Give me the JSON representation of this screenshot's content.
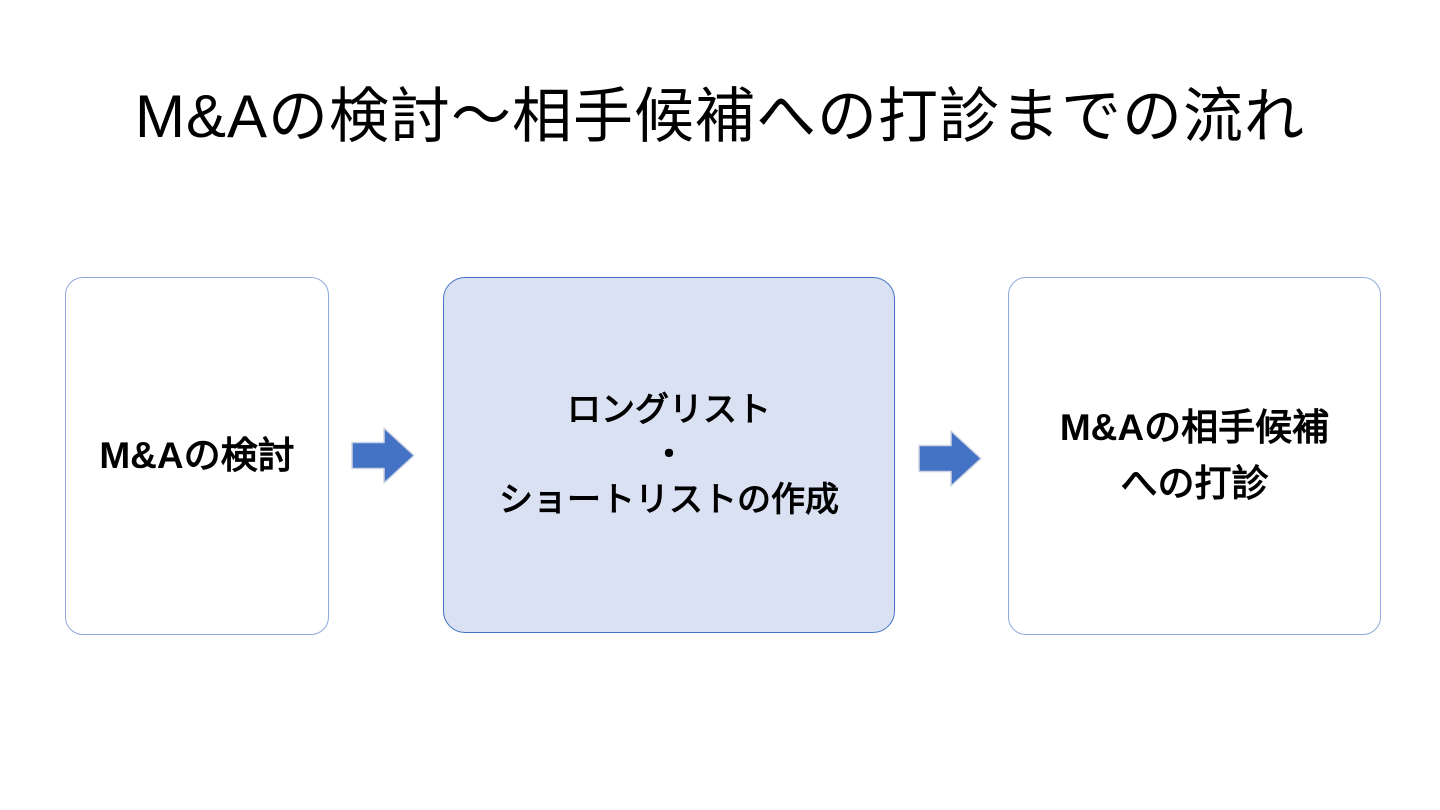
{
  "slide": {
    "title": "M&Aの検討～相手候補への打診までの流れ"
  },
  "flow": {
    "steps": [
      {
        "variant": "outline",
        "lines": [
          "M&Aの検討"
        ]
      },
      {
        "variant": "filled",
        "lines": [
          "ロングリスト",
          "・",
          "ショートリストの作成"
        ]
      },
      {
        "variant": "outline",
        "lines": [
          "M&Aの相手候補",
          "への打診"
        ]
      }
    ],
    "arrows": [
      "right-arrow",
      "right-arrow"
    ]
  },
  "colors": {
    "background": "#FFFFFF",
    "title_text": "#000000",
    "box_text": "#000000",
    "outline_box_border": "#8EAADB",
    "filled_box_bg": "#D9E1F2",
    "filled_box_border": "#4472C4",
    "arrow_fill": "#4472C4",
    "arrow_edge": "#CDD5E4"
  }
}
